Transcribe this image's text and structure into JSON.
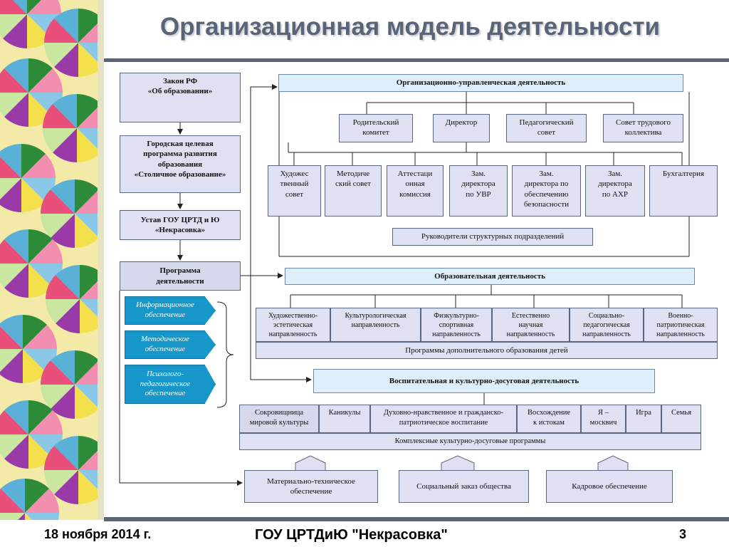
{
  "title": "Организационная модель деятельности",
  "footer": {
    "date": "18 ноября 2014 г.",
    "org": "ГОУ ЦРТДиЮ \"Некрасовка\"",
    "page": "3"
  },
  "colors": {
    "accent_box": "#dfe1f2",
    "blue_box": "#deeefb",
    "cyan_button": "#1797c9",
    "rule": "#5b6470"
  },
  "left": {
    "law": [
      "Закон РФ",
      "«Об образовании»"
    ],
    "city_program": [
      "Городская целевая",
      "программа развития",
      "образования",
      "«Столичное образование»"
    ],
    "charter": [
      "Устав ГОУ ЦРТД и Ю",
      "«Некрасовка»"
    ],
    "program": [
      "Программа",
      "деятельности"
    ],
    "support": [
      [
        "Информационное",
        "обеспечение"
      ],
      [
        "Методическое",
        "обеспечение"
      ],
      [
        "Психолого-",
        "педагогическое",
        "обеспечение"
      ]
    ]
  },
  "mgmt": {
    "header": "Организационно-управленческая деятельность",
    "row1": [
      [
        "Родительский",
        "комитет"
      ],
      [
        "Директор"
      ],
      [
        "Педагогический",
        "совет"
      ],
      [
        "Совет трудового",
        "коллектива"
      ]
    ],
    "row2": [
      [
        "Художес",
        "твенный",
        "совет"
      ],
      [
        "Методиче",
        "ский совет"
      ],
      [
        "Аттестаци",
        "онная",
        "комиссия"
      ],
      [
        "Зам.",
        "директора",
        "по УВР"
      ],
      [
        "Зам.",
        "директора по",
        "обеспечению",
        "безопасности"
      ],
      [
        "Зам.",
        "директора",
        "по АХР"
      ],
      [
        "Бухгалтерия"
      ]
    ],
    "heads": "Руководители структурных подразделений"
  },
  "edu": {
    "header": "Образовательная деятельность",
    "directions": [
      [
        "Художественно-",
        "эстетическая",
        "направленность"
      ],
      [
        "Культурологическая",
        "направленность"
      ],
      [
        "Физкультурно-",
        "спортивная",
        "направленность"
      ],
      [
        "Естественно",
        "научная",
        "направленность"
      ],
      [
        "Социально-",
        "педагогическая",
        "направленность"
      ],
      [
        "Военно-",
        "патриотическая",
        "направленность"
      ]
    ],
    "programs": "Программы дополнительного образования детей"
  },
  "culture": {
    "header": "Воспитательная и культурно-досуговая деятельность",
    "items": [
      [
        "Сокровищница",
        "мировой культуры"
      ],
      [
        "Каникулы"
      ],
      [
        "Духовно-нравственное и гражданско-",
        "патриотическое воспитание"
      ],
      [
        "Восхождение",
        "к истокам"
      ],
      [
        "Я –",
        "москвич"
      ],
      [
        "Игра"
      ],
      [
        "Семья"
      ]
    ],
    "programs": "Комплексные культурно-досуговые программы"
  },
  "bottom": [
    [
      "Материально-техническое",
      "обеспечение"
    ],
    [
      "Социальный заказ общества"
    ],
    [
      "Кадровое обеспечение"
    ]
  ]
}
